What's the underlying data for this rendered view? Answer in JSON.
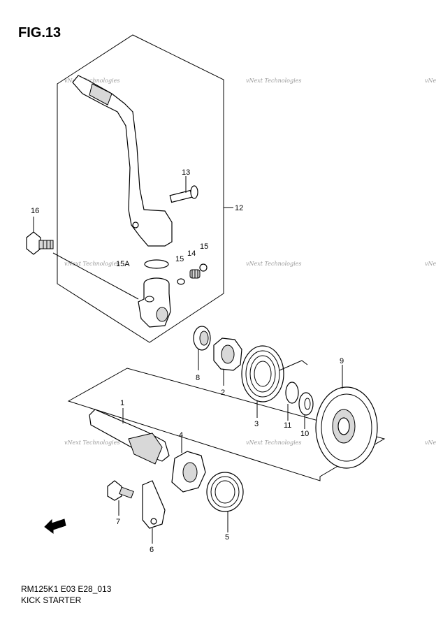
{
  "figure": {
    "title": "FIG.13",
    "code": "RM125K1 E03 E28_013",
    "name": "KICK STARTER"
  },
  "watermark": "vNext Technologies",
  "callouts": [
    "1",
    "2",
    "3",
    "4",
    "5",
    "6",
    "7",
    "8",
    "9",
    "10",
    "11",
    "12",
    "13",
    "14",
    "15",
    "15",
    "15A",
    "16"
  ],
  "icons": [
    "fwd-arrow-icon"
  ]
}
